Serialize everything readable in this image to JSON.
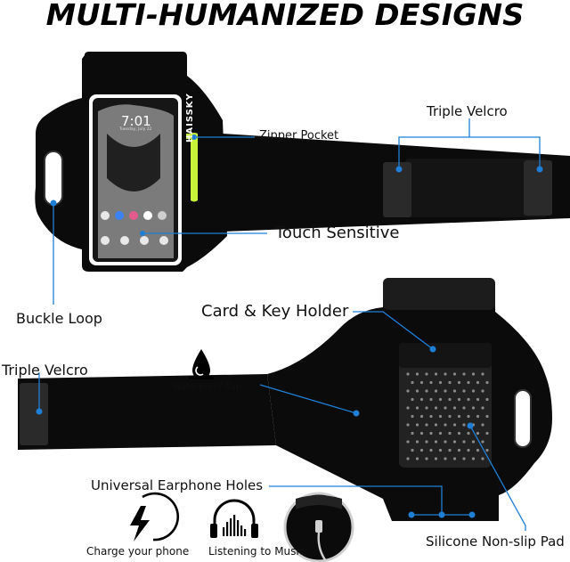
{
  "headline": "MULTI-HUMANIZED DESIGNS",
  "brand": "HAISSKY",
  "phone": {
    "time": "7:01",
    "date": "Tuesday, July 22"
  },
  "callouts": {
    "zipper_pocket": "Zipper Pocket",
    "triple_velcro_top": "Triple Velcro",
    "touch_sensitive": "Touch Sensitive",
    "buckle_loop": "Buckle Loop",
    "card_key_holder": "Card & Key Holder",
    "triple_velcro_left": "Triple Velcro",
    "waterproof_flap": "Waterproof flap",
    "universal_earphone_holes": "Universal Earphone Holes",
    "silicone_pad": "Silicone Non-slip Pad"
  },
  "features": [
    {
      "label": "Charge your phone",
      "icon": "lightning-icon"
    },
    {
      "label": "Listening to Music",
      "icon": "headphones-icon"
    }
  ],
  "colors": {
    "accent_blue": "#1f7fd6",
    "zipper": "#c8f13a",
    "band": "#0b0b0b"
  },
  "icons": [
    "water-drop-icon",
    "lightning-icon",
    "headphones-icon",
    "charging-cable-icon"
  ]
}
